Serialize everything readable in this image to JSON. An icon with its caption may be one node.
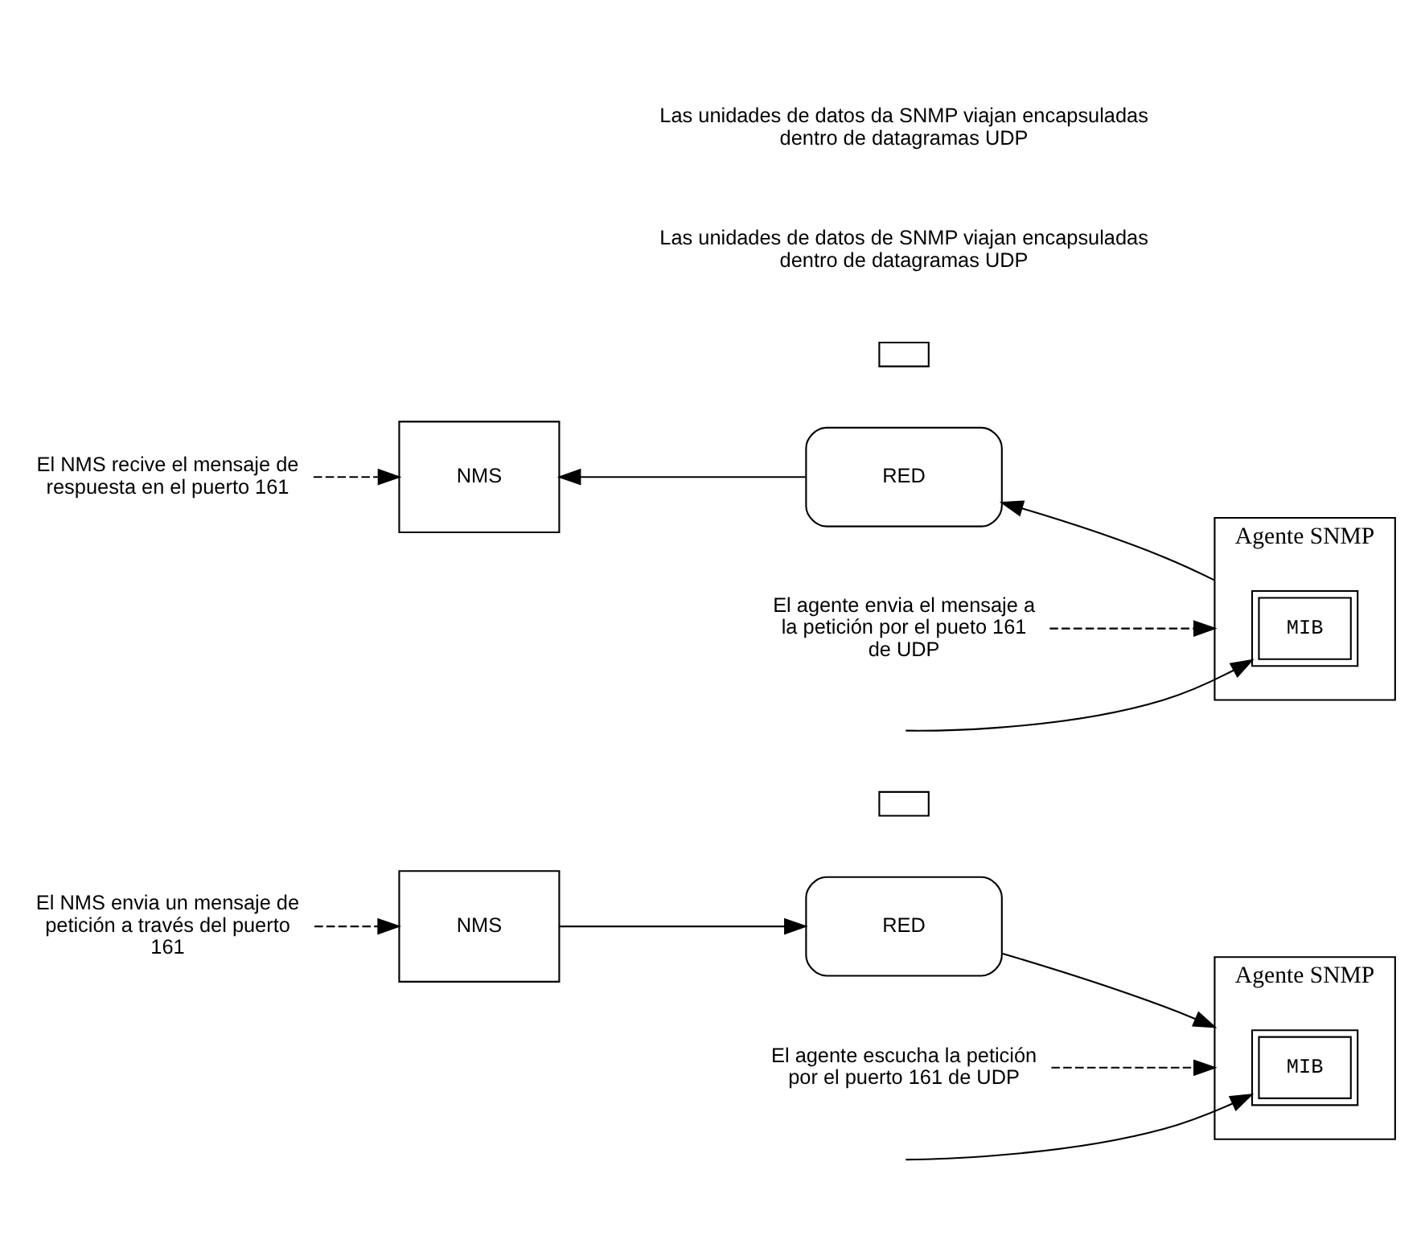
{
  "diagram": {
    "nodes": [
      {
        "text": [
          "El NMS envia un mensaje de petición a través del puerto 161"
        ]
      },
      {
        "text": [
          "El agente escucha la petición por el puerto 161 de UDP"
        ]
      },
      {
        "text": [
          "NMS"
        ]
      },
      {
        "text": [
          "RED"
        ]
      },
      {
        "text": [
          "Agente SNMP"
        ]
      },
      {
        "text": [
          "MIB"
        ],
        "in": 4
      },
      {
        "text": [],
        "shape": "box"
      },
      {
        "text": [
          "El NMS recive el mensaje de respuesta en el puerto 161"
        ]
      },
      {
        "text": [
          "El agente envia el mensaje a la petición por el pueto 161 de UDP"
        ]
      },
      {
        "text": [
          "NMS"
        ]
      },
      {
        "text": [
          "RED"
        ]
      },
      {
        "text": [
          "Agente SNMP"
        ]
      },
      {
        "text": [
          "MIB"
        ],
        "in": 11
      },
      {
        "text": [],
        "shape": "box"
      }
    ],
    "edges": [
      {
        "from": 0,
        "to": 2,
        "arrow": "to",
        "style": "dashed"
      },
      {
        "from": 1,
        "to": 4,
        "arrow": "to",
        "style": "dashed"
      },
      {
        "from": 2,
        "to": 3,
        "arrow": "to"
      },
      {
        "from": 3,
        "to": 4,
        "arrow": "to"
      },
      {
        "from": null,
        "to": 5,
        "arrow": "to"
      },
      {
        "from": 7,
        "to": 9,
        "arrow": "to",
        "style": "dashed"
      },
      {
        "from": 8,
        "to": 11,
        "arrow": "to",
        "style": "dashed"
      },
      {
        "from": 11,
        "to": 10,
        "arrow": "to"
      },
      {
        "from": 10,
        "to": 9,
        "arrow": "to"
      },
      {
        "from": null,
        "to": 12,
        "arrow": "to"
      }
    ],
    "labels": [
      "Las unidades de datos de SNMP viajan encapsuladas dentro de datagramas UDP",
      "Las unidades de datos da SNMP viajan encapsuladas dentro de datagramas UDP"
    ]
  }
}
